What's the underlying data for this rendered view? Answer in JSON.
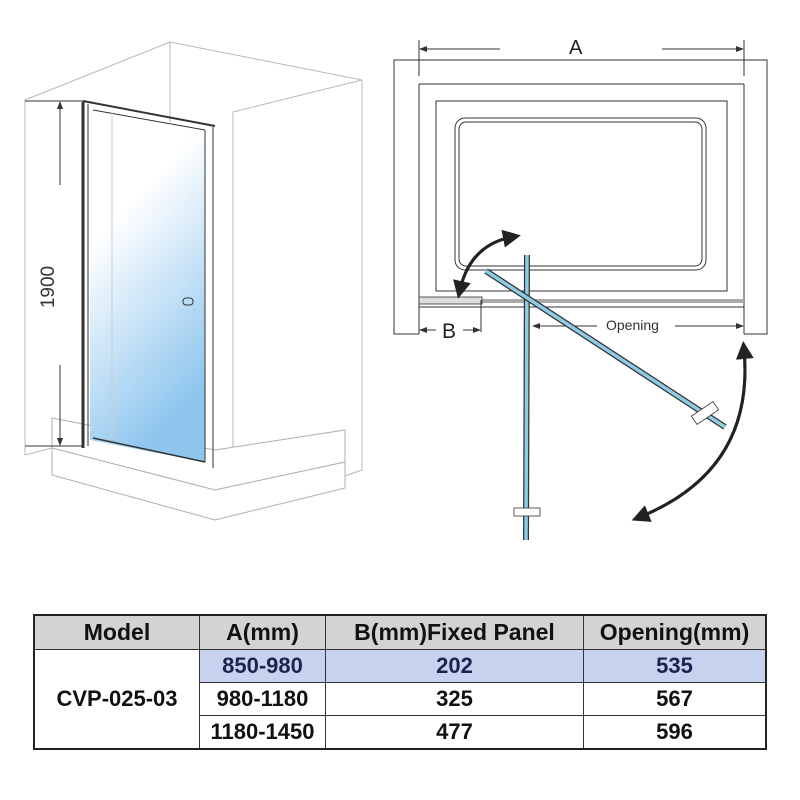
{
  "left_view": {
    "height_label": "1900"
  },
  "plan_view": {
    "dim_a_label": "A",
    "dim_b_label": "B",
    "opening_label": "Opening",
    "glass_color": "#8ecbe6",
    "arrow_color": "#222222"
  },
  "table": {
    "headers": [
      "Model",
      "A(mm)",
      "B(mm)Fixed Panel",
      "Opening(mm)"
    ],
    "model": "CVP-025-03",
    "rows": [
      {
        "a": "850-980",
        "b": "202",
        "opening": "535",
        "highlight": true
      },
      {
        "a": "980-1180",
        "b": "325",
        "opening": "567",
        "highlight": false
      },
      {
        "a": "1180-1450",
        "b": "477",
        "opening": "596",
        "highlight": false
      }
    ],
    "header_bg": "#d3d3d3",
    "highlight_bg": "#c7d2ee"
  }
}
